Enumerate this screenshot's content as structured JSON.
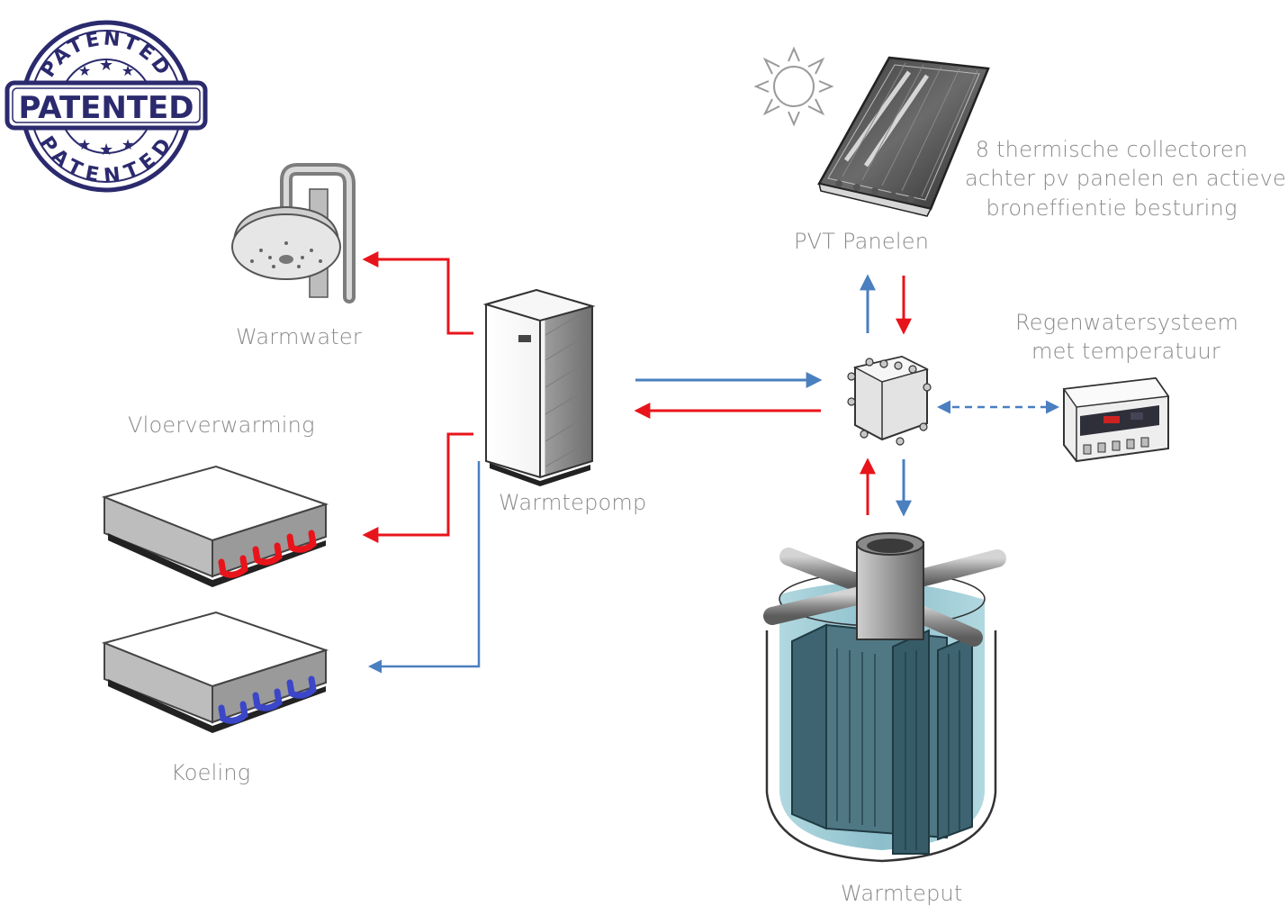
{
  "stamp": {
    "ring_text": "PATENTED",
    "banner_text": "PATENTED",
    "color": "#2b2a6e"
  },
  "labels": {
    "warmwater": "Warmwater",
    "vloerverwarming": "Vloerverwarming",
    "koeling": "Koeling",
    "warmtepomp": "Warmtepomp",
    "pvt_panelen": "PVT Panelen",
    "collectors_line1": "8 thermische collectoren",
    "collectors_line2": "achter pv panelen en actieve",
    "collectors_line3": "broneffientie besturing",
    "regen_line1": "Regenwatersysteem",
    "regen_line2": "met temperatuur",
    "warmteput": "Warmteput"
  },
  "colors": {
    "hot": "#e8141b",
    "cold": "#4a7fc0",
    "text": "#8a8a8a",
    "water": "#8fc3cf",
    "tank_core": "#3d6470"
  },
  "icons": {
    "shower": "shower-icon",
    "floor_heating": "floor-heating-unit-icon",
    "cooling": "cooling-unit-icon",
    "heat_pump": "heat-pump-icon",
    "sun": "sun-icon",
    "pvt_panel": "pvt-panel-icon",
    "manifold": "manifold-controller-icon",
    "rain_controller": "rainwater-controller-icon",
    "heat_well": "heat-well-tank-icon"
  }
}
